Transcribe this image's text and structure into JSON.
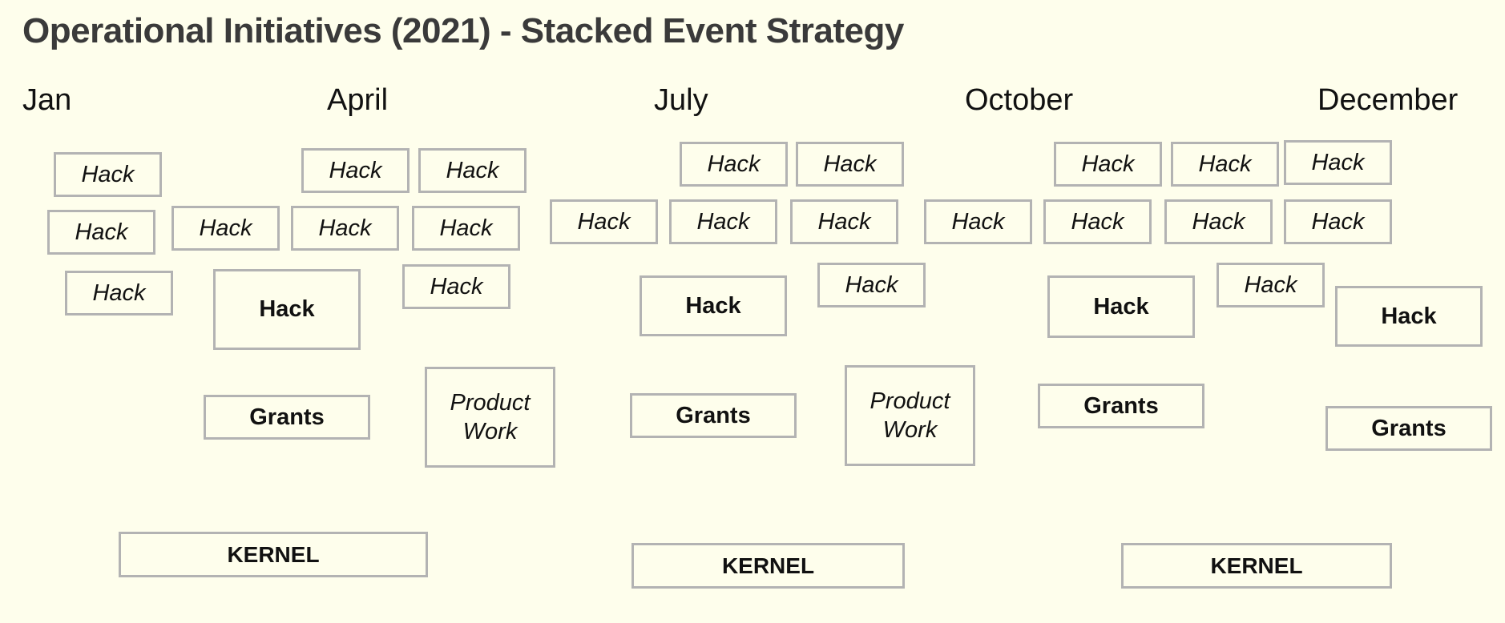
{
  "title": "Operational Initiatives (2021) - Stacked Event Strategy",
  "months": [
    "Jan",
    "April",
    "July",
    "October",
    "December"
  ],
  "labels": {
    "hack": "Hack",
    "grants": "Grants",
    "product_work_line1": "Product",
    "product_work_line2": "Work",
    "kernel": "KERNEL"
  },
  "colors": {
    "background": "#fefeec",
    "box_border": "#b3b3b3",
    "title": "#3a3a3a"
  }
}
